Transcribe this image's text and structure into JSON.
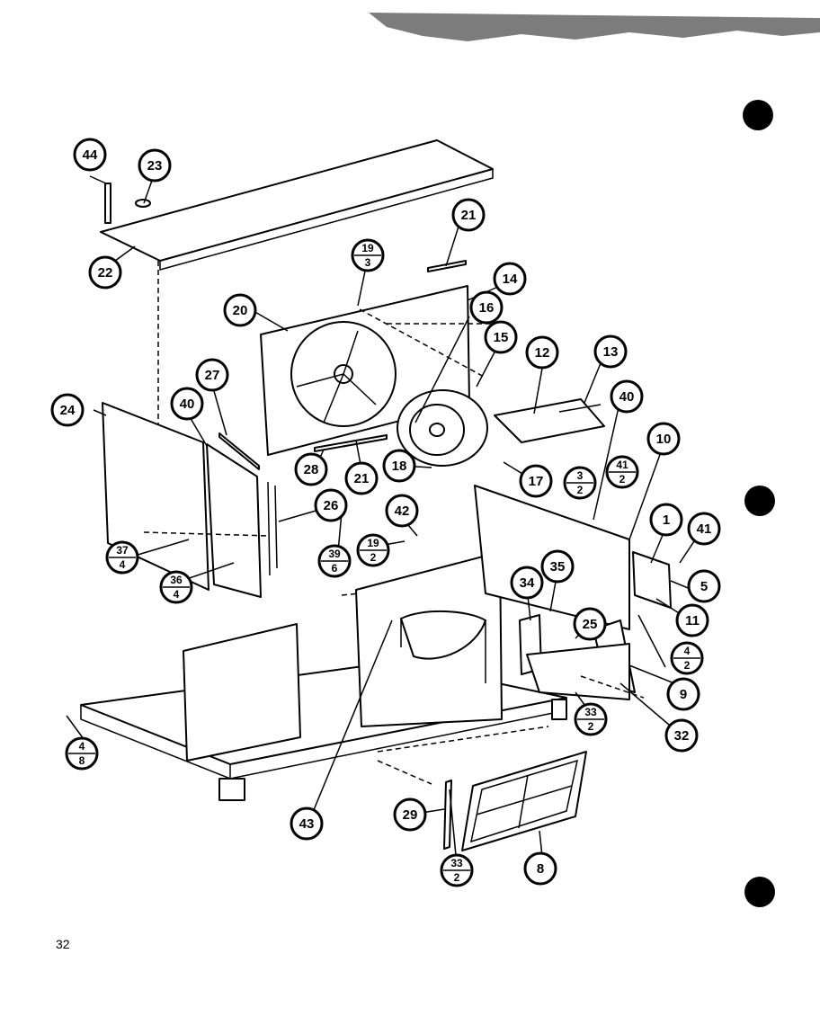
{
  "page_number": "32",
  "callouts": [
    {
      "label": "44"
    },
    {
      "label": "23"
    },
    {
      "label": "22"
    },
    {
      "label": "21"
    },
    {
      "label": "19",
      "denominator": "3"
    },
    {
      "label": "14"
    },
    {
      "label": "20"
    },
    {
      "label": "16"
    },
    {
      "label": "15"
    },
    {
      "label": "12"
    },
    {
      "label": "13"
    },
    {
      "label": "24"
    },
    {
      "label": "40"
    },
    {
      "label": "27"
    },
    {
      "label": "40"
    },
    {
      "label": "10"
    },
    {
      "label": "28"
    },
    {
      "label": "21"
    },
    {
      "label": "18"
    },
    {
      "label": "17"
    },
    {
      "label": "3",
      "denominator": "2"
    },
    {
      "label": "41",
      "denominator": "2"
    },
    {
      "label": "26"
    },
    {
      "label": "42"
    },
    {
      "label": "1"
    },
    {
      "label": "41"
    },
    {
      "label": "37",
      "denominator": "4"
    },
    {
      "label": "39",
      "denominator": "6"
    },
    {
      "label": "19",
      "denominator": "2"
    },
    {
      "label": "35"
    },
    {
      "label": "5"
    },
    {
      "label": "36",
      "denominator": "4"
    },
    {
      "label": "34"
    },
    {
      "label": "25"
    },
    {
      "label": "11"
    },
    {
      "label": "4",
      "denominator": "2"
    },
    {
      "label": "9"
    },
    {
      "label": "33",
      "denominator": "2"
    },
    {
      "label": "32"
    },
    {
      "label": "4",
      "denominator": "8"
    },
    {
      "label": "43"
    },
    {
      "label": "29"
    },
    {
      "label": "33",
      "denominator": "2"
    },
    {
      "label": "8"
    }
  ]
}
